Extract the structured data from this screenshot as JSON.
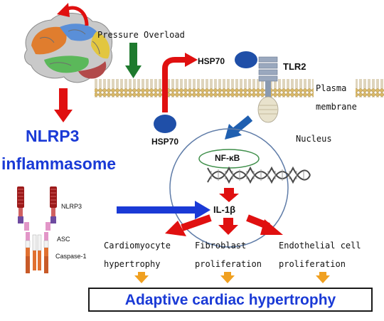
{
  "labels": {
    "pressure_overload": "Pressure Overload",
    "hsp70_outside": "HSP70",
    "tlr2": "TLR2",
    "plasma": "Plasma",
    "membrane": "membrane",
    "hsp70_inside": "HSP70",
    "nucleus": "Nucleus",
    "nfkb": "NF-κB",
    "il1b": "IL-1β",
    "nlrp3_title": "NLRP3",
    "inflammasome_title": "inflammasome",
    "nlrp3_small": "NLRP3",
    "asc_small": "ASC",
    "caspase_small": "Caspase-1",
    "cardiomyocyte_1": "Cardiomyocyte",
    "cardiomyocyte_2": "hypertrophy",
    "fibroblast_1": "Fibroblast",
    "fibroblast_2": "proliferation",
    "endothelial_1": "Endothelial cell",
    "endothelial_2": "proliferation",
    "result": "Adaptive cardiac hypertrophy"
  },
  "colors": {
    "title_blue": "#1a3ad6",
    "arrow_red": "#e01010",
    "arrow_green": "#1e7a2e",
    "arrow_blue": "#1f5fb0",
    "arrow_orange": "#f0a020",
    "hsp70_fill": "#1f4fa8",
    "membrane": "#d4b870"
  }
}
